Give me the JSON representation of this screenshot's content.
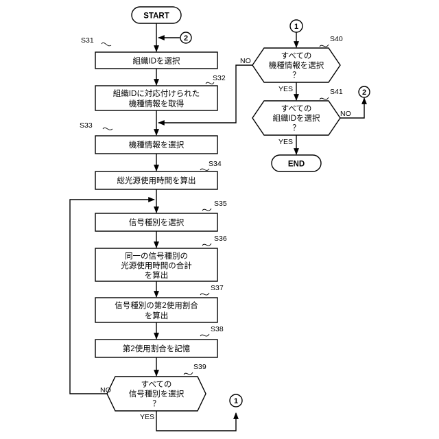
{
  "terminals": {
    "start": "START",
    "end": "END"
  },
  "connectors": {
    "one": "1",
    "two": "2"
  },
  "answers": {
    "yes": "YES",
    "no": "NO"
  },
  "steps": {
    "s31": {
      "label": "S31",
      "lines": [
        "組織IDを選択"
      ]
    },
    "s32": {
      "label": "S32",
      "lines": [
        "組織IDに対応付けられた",
        "機種情報を取得"
      ]
    },
    "s33": {
      "label": "S33",
      "lines": [
        "機種情報を選択"
      ]
    },
    "s34": {
      "label": "S34",
      "lines": [
        "総光源使用時間を算出"
      ]
    },
    "s35": {
      "label": "S35",
      "lines": [
        "信号種別を選択"
      ]
    },
    "s36": {
      "label": "S36",
      "lines": [
        "同一の信号種別の",
        "光源使用時間の合計",
        "を算出"
      ]
    },
    "s37": {
      "label": "S37",
      "lines": [
        "信号種別の第2使用割合",
        "を算出"
      ]
    },
    "s38": {
      "label": "S38",
      "lines": [
        "第2使用割合を記憶"
      ]
    },
    "s39": {
      "label": "S39",
      "lines": [
        "すべての",
        "信号種別を選択",
        "？"
      ]
    },
    "s40": {
      "label": "S40",
      "lines": [
        "すべての",
        "機種情報を選択",
        "？"
      ]
    },
    "s41": {
      "label": "S41",
      "lines": [
        "すべての",
        "組織IDを選択",
        "？"
      ]
    }
  }
}
